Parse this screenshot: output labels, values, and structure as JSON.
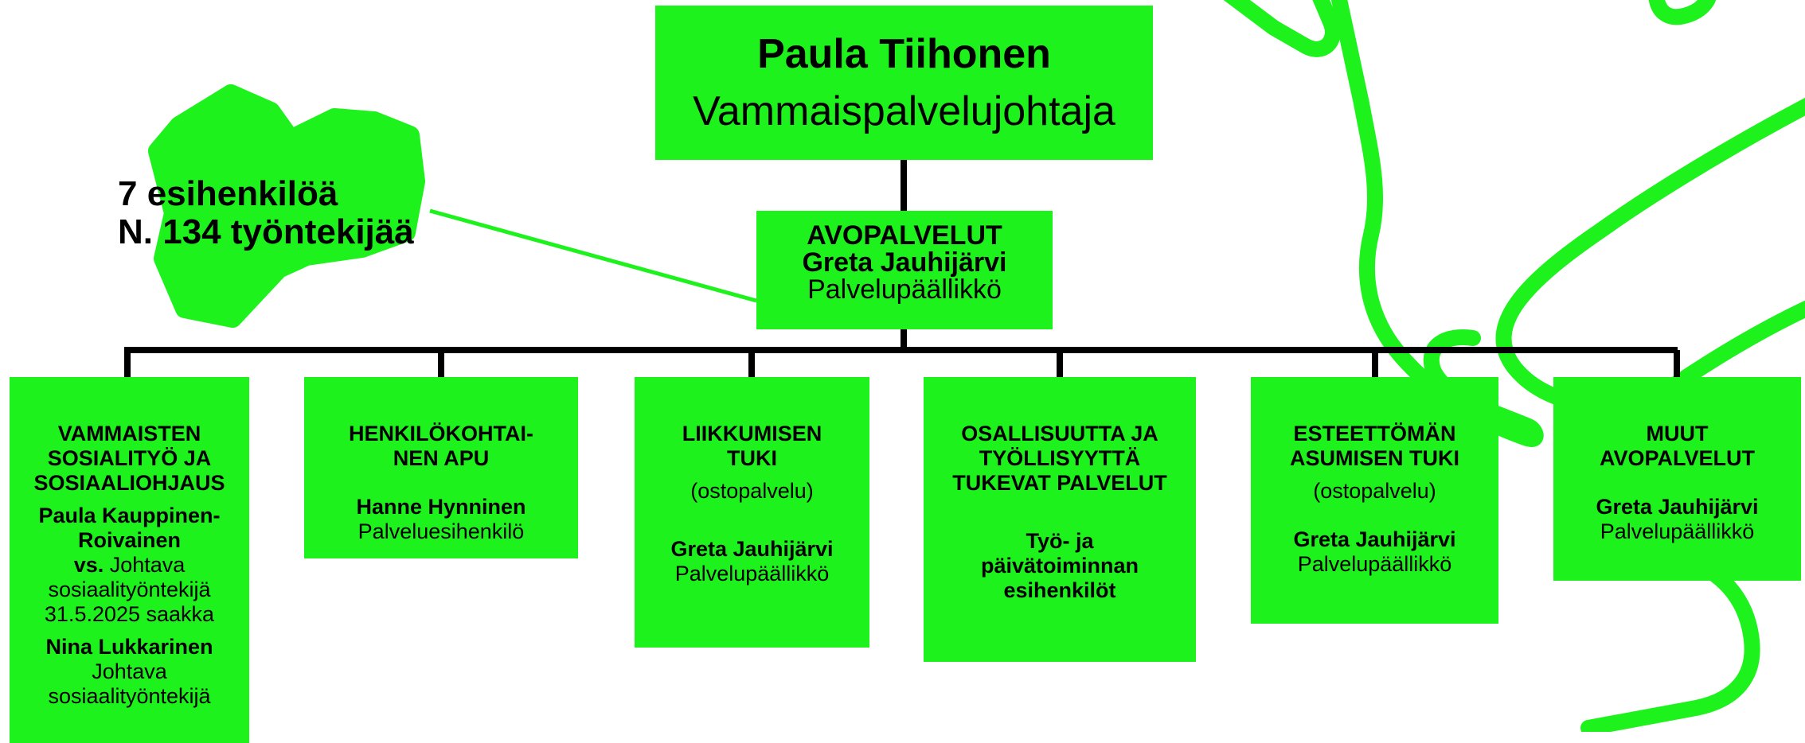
{
  "colors": {
    "box_fill": "#1df21d",
    "decoration": "#1df21d",
    "connector": "#000000"
  },
  "director": {
    "name": "Paula Tiihonen",
    "title": "Vammaispalvelujohtaja"
  },
  "avopalvelut": {
    "unit": "AVOPALVELUT",
    "head_name": "Greta Jauhijärvi",
    "head_title": "Palvelupäällikkö"
  },
  "summary": {
    "line1": "7 esihenkilöä",
    "line2": "N. 134 työntekijää"
  },
  "units": [
    {
      "title_lines": [
        "VAMMAISTEN",
        "SOSIALITYÖ JA",
        "SOSIAALIOHJAUS"
      ],
      "person1_name_lines": [
        "Paula Kauppinen-",
        "Roivainen"
      ],
      "person1_vs": "vs.",
      "person1_title_lines": [
        " Johtava",
        "sosiaalityöntekijä",
        "31.5.2025 saakka"
      ],
      "person2_name": "Nina Lukkarinen",
      "person2_title_lines": [
        "Johtava",
        "sosiaalityöntekijä"
      ]
    },
    {
      "title_lines": [
        "HENKILÖKOHTAI-",
        "NEN APU"
      ],
      "head_name": "Hanne Hynninen",
      "head_title": "Palveluesihenkilö"
    },
    {
      "title_lines": [
        "LIIKKUMISEN",
        "TUKI"
      ],
      "note": "(ostopalvelu)",
      "head_name": "Greta Jauhijärvi",
      "head_title": "Palvelupäällikkö"
    },
    {
      "title_lines": [
        "OSALLISUUTTA JA",
        "TYÖLLISYYTTÄ",
        "TUKEVAT PALVELUT"
      ],
      "head_lines": [
        "Työ- ja",
        "päivätoiminnan",
        "esihenkilöt"
      ]
    },
    {
      "title_lines": [
        "ESTEETTÖMÄN",
        "ASUMISEN TUKI"
      ],
      "note": "(ostopalvelu)",
      "head_name": "Greta Jauhijärvi",
      "head_title": "Palvelupäällikkö"
    },
    {
      "title_lines": [
        "MUUT",
        "AVOPALVELUT"
      ],
      "head_name": "Greta Jauhijärvi",
      "head_title": "Palvelupäällikkö"
    }
  ]
}
